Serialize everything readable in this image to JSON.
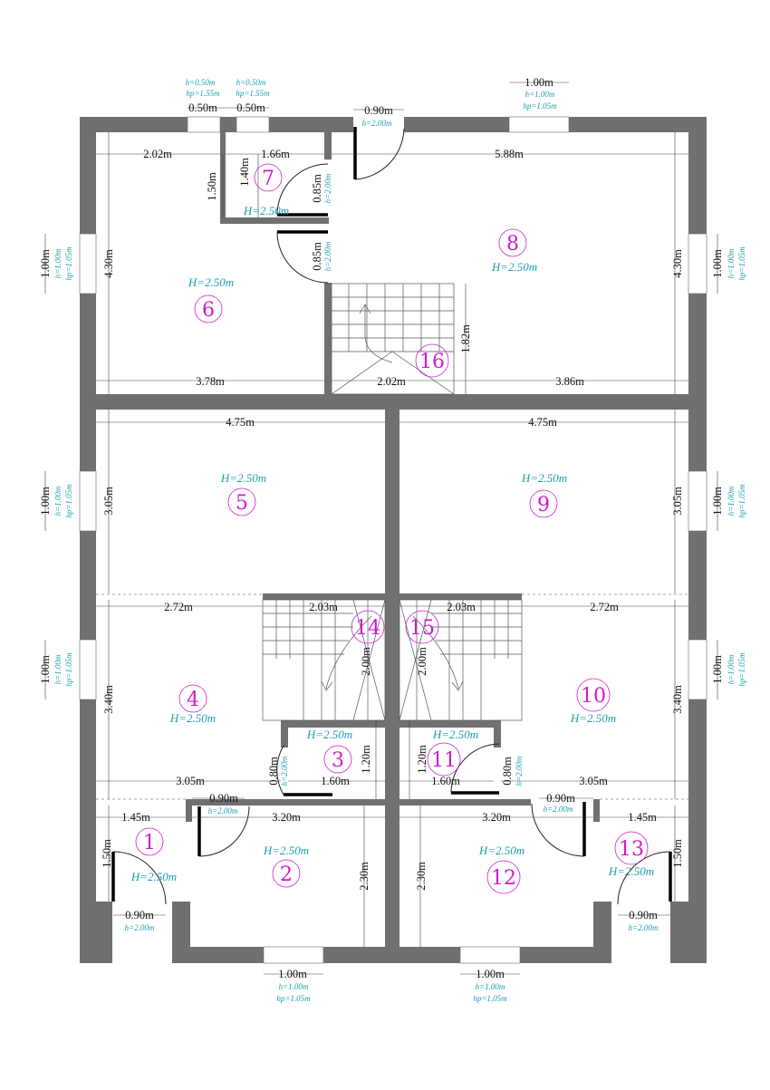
{
  "rooms": [
    {
      "id": "r1",
      "number": "1",
      "height": "H=2.50m"
    },
    {
      "id": "r2",
      "number": "2",
      "height": "H=2.50m"
    },
    {
      "id": "r3",
      "number": "3",
      "height": "H=2.50m"
    },
    {
      "id": "r4",
      "number": "4",
      "height": "H=2.50m"
    },
    {
      "id": "r5",
      "number": "5",
      "height": "H=2.50m"
    },
    {
      "id": "r6",
      "number": "6",
      "height": "H=2.50m"
    },
    {
      "id": "r7",
      "number": "7",
      "height": "H=2.50m"
    },
    {
      "id": "r8",
      "number": "8",
      "height": "H=2.50m"
    },
    {
      "id": "r9",
      "number": "9",
      "height": "H=2.50m"
    },
    {
      "id": "r10",
      "number": "10",
      "height": "H=2.50m"
    },
    {
      "id": "r11",
      "number": "11",
      "height": "H=2.50m"
    },
    {
      "id": "r12",
      "number": "12",
      "height": "H=2.50m"
    },
    {
      "id": "r13",
      "number": "13",
      "height": "H=2.50m"
    },
    {
      "id": "r14",
      "number": "14"
    },
    {
      "id": "r15",
      "number": "15"
    },
    {
      "id": "r16",
      "number": "16"
    }
  ],
  "dimensions": {
    "top_w1": "0.50m",
    "top_w2": "0.50m",
    "top_w3": "1.00m",
    "top_door": "0.90m",
    "r6_top": "2.02m",
    "r7_top": "1.66m",
    "r8_top": "5.88m",
    "r7_v1": "1.50m",
    "r7_v2": "1.40m",
    "door_085a": "0.85m",
    "door_085b": "0.85m",
    "left_win_top": "1.00m",
    "right_win_top": "1.00m",
    "r6_h": "4.30m",
    "r8_h": "4.30m",
    "stair16_h": "1.82m",
    "r6_bottom": "3.78m",
    "stair16_bottom": "2.02m",
    "r8_bottom": "3.86m",
    "r5_top": "4.75m",
    "r9_top": "4.75m",
    "left_win_mid": "1.00m",
    "right_win_mid": "1.00m",
    "r5_h": "3.05m",
    "r9_h": "3.05m",
    "r4_top": "2.72m",
    "stair14_top": "2.03m",
    "stair15_top": "2.03m",
    "r10_top": "2.72m",
    "stair14_h": "2.00m",
    "stair15_h": "2.00m",
    "left_win_low": "1.00m",
    "right_win_low": "1.00m",
    "r4_h": "3.40m",
    "r10_h": "3.40m",
    "r3_v": "1.20m",
    "r11_v": "1.20m",
    "door3_v": "0.80m",
    "door11_v": "0.80m",
    "r4_bottom": "3.05m",
    "r3_bottom": "1.60m",
    "r11_bottom": "1.60m",
    "r10_bottom": "3.05m",
    "door2": "0.90m",
    "door12": "0.90m",
    "r1_w": "1.45m",
    "r2_w": "3.20m",
    "r12_w": "3.20m",
    "r13_w": "1.45m",
    "r1_h": "1.50m",
    "r13_h": "1.50m",
    "r2_h": "2.30m",
    "r12_h": "2.30m",
    "door1": "0.90m",
    "door13": "0.90m",
    "bottom_win_l": "1.00m",
    "bottom_win_r": "1.00m"
  },
  "annotations": {
    "win_top1_h": "h=0.50m",
    "win_top1_hp": "hp=1.55m",
    "win_top2_h": "h=0.50m",
    "win_top2_hp": "hp=1.55m",
    "win_top3_h": "h=1.00m",
    "win_top3_hp": "hp=1.05m",
    "door_top_h": "h=2.00m",
    "door7_h": "h=2.00m",
    "door7b_h": "h=2.00m",
    "door2_h": "h=2.00m",
    "door12_h": "h=2.00m",
    "door3_h": "h=2.00m",
    "door11_h": "h=2.00m",
    "door1_h": "h=2.00m",
    "door13_h": "h=2.00m",
    "win_l1_h": "h=1.00m",
    "win_l1_hp": "hp=1.05m",
    "win_l2_h": "h=1.00m",
    "win_l2_hp": "hp=1.05m",
    "win_l3_h": "h=1.00m",
    "win_l3_hp": "hp=1.05m",
    "win_r1_h": "h=1.00m",
    "win_r1_hp": "hp=1.05m",
    "win_r2_h": "h=1.00m",
    "win_r2_hp": "hp=1.05m",
    "win_r3_h": "h=1.00m",
    "win_r3_hp": "hp=1.05m",
    "win_b1_h": "h=1.00m",
    "win_b1_hp": "hp=1.05m",
    "win_b2_h": "h=1.00m",
    "win_b2_hp": "hp=1.05m"
  },
  "colors": {
    "wall": "#707070",
    "room_number": "#d21ad2",
    "height_label": "#1a9fb0"
  }
}
